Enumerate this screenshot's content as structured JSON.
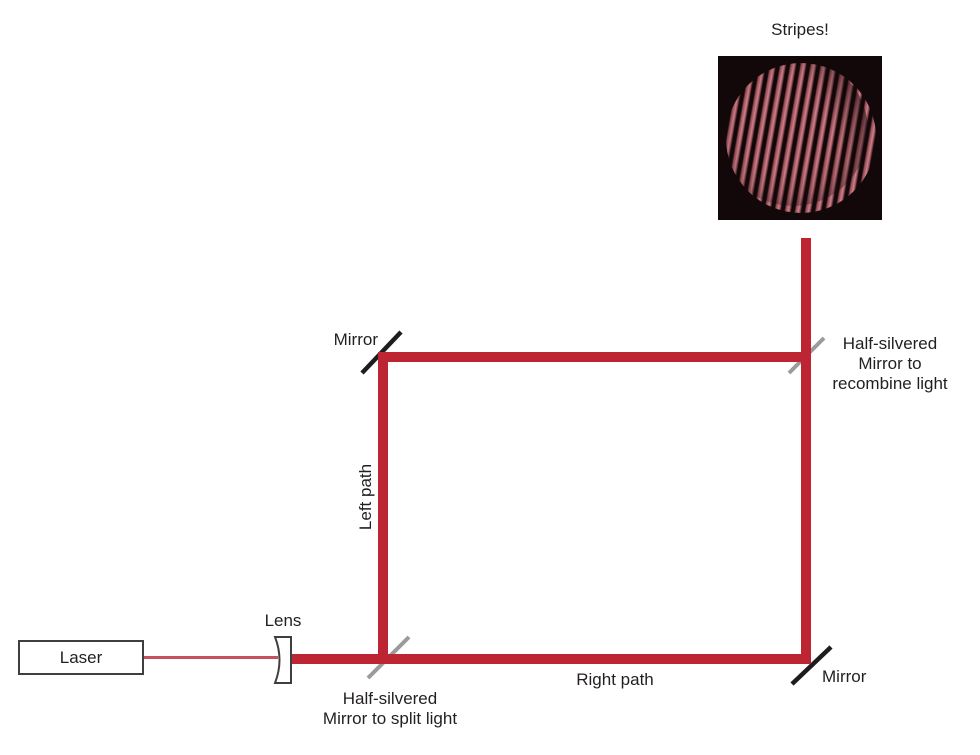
{
  "colors": {
    "beam": "#be2533",
    "thin_beam": "#c4525c",
    "mirror": "#1d1d1d",
    "splitter": "#9b9b9b",
    "text": "#231f20",
    "box_border": "#3f3f3f",
    "pattern_bg": "#130809",
    "stripe_red": "#b8656f",
    "stripe_red_light": "#c98790",
    "stripe_red_dark": "#9a4f59"
  },
  "labels": {
    "stripes": "Stripes!",
    "laser": "Laser",
    "lens": "Lens",
    "mirror_top_left": "Mirror",
    "mirror_bottom_right": "Mirror",
    "left_path": "Left path",
    "right_path": "Right path",
    "split_mirror_line1": "Half-silvered",
    "split_mirror_line2": "Mirror to split light",
    "recombine_mirror_line1": "Half-silvered",
    "recombine_mirror_line2": "Mirror to",
    "recombine_mirror_line3": "recombine light"
  }
}
